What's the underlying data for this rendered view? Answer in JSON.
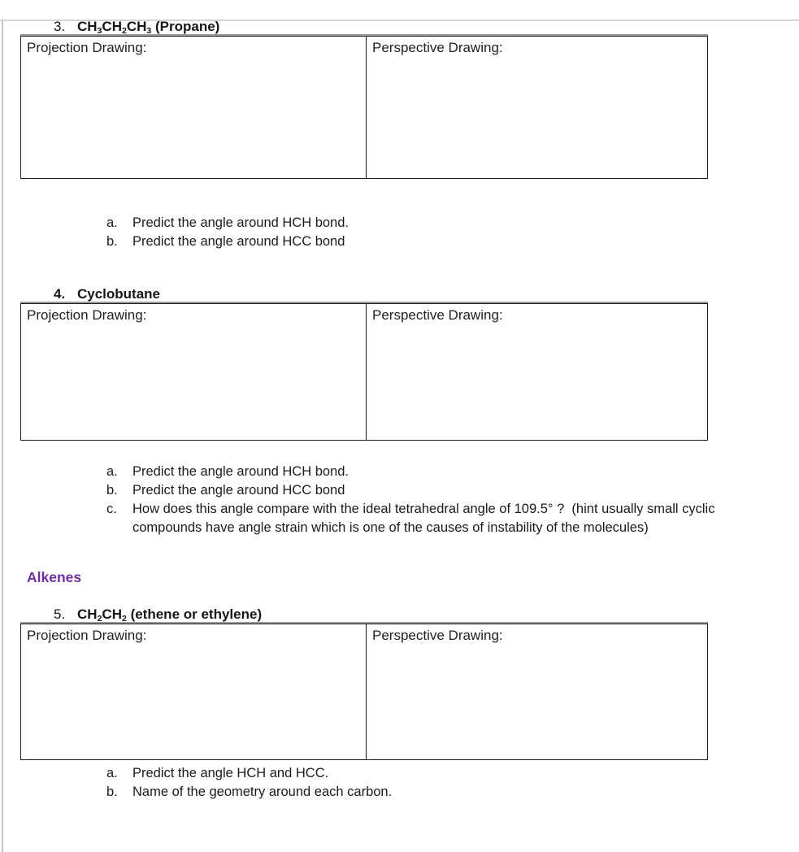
{
  "page": {
    "background": "#ffffff",
    "text_color": "#1b1b1b",
    "purple_accent": "#7030A0",
    "border_color": "#1c1c1c"
  },
  "category_heading": "Alkenes",
  "sections": [
    {
      "number": "3.",
      "formula": [
        {
          "text": "CH",
          "sub": "3"
        },
        {
          "text": "CH",
          "sub": "2"
        },
        {
          "text": "CH",
          "sub": "3"
        },
        {
          "text": " (Propane)"
        }
      ],
      "table": {
        "left_label": "Projection Drawing:",
        "right_label": "Perspective Drawing:"
      },
      "questions": [
        {
          "letter": "a.",
          "text": "Predict the angle around HCH bond."
        },
        {
          "letter": "b.",
          "text": "Predict the angle around HCC bond"
        }
      ]
    },
    {
      "number": "4.",
      "formula": [
        {
          "text": "Cyclobutane"
        }
      ],
      "table": {
        "left_label": "Projection Drawing:",
        "right_label": "Perspective Drawing:"
      },
      "questions": [
        {
          "letter": "a.",
          "text": "Predict the angle around HCH bond."
        },
        {
          "letter": "b.",
          "text": "Predict the angle around HCC bond"
        },
        {
          "letter": "c.",
          "text": "How does this angle compare with the ideal tetrahedral angle of 109.5° ?  (hint usually small cyclic compounds have angle strain which is one of the causes of instability of the molecules)"
        }
      ]
    },
    {
      "number": "5.",
      "formula": [
        {
          "text": "CH",
          "sub": "2"
        },
        {
          "text": "CH",
          "sub": "2"
        },
        {
          "text": " (ethene or ethylene)"
        }
      ],
      "table": {
        "left_label": "Projection Drawing:",
        "right_label": "Perspective Drawing:"
      },
      "questions": [
        {
          "letter": "a.",
          "text": "Predict the angle HCH and HCC."
        },
        {
          "letter": "b.",
          "text": "Name of the geometry around each carbon."
        }
      ]
    }
  ]
}
